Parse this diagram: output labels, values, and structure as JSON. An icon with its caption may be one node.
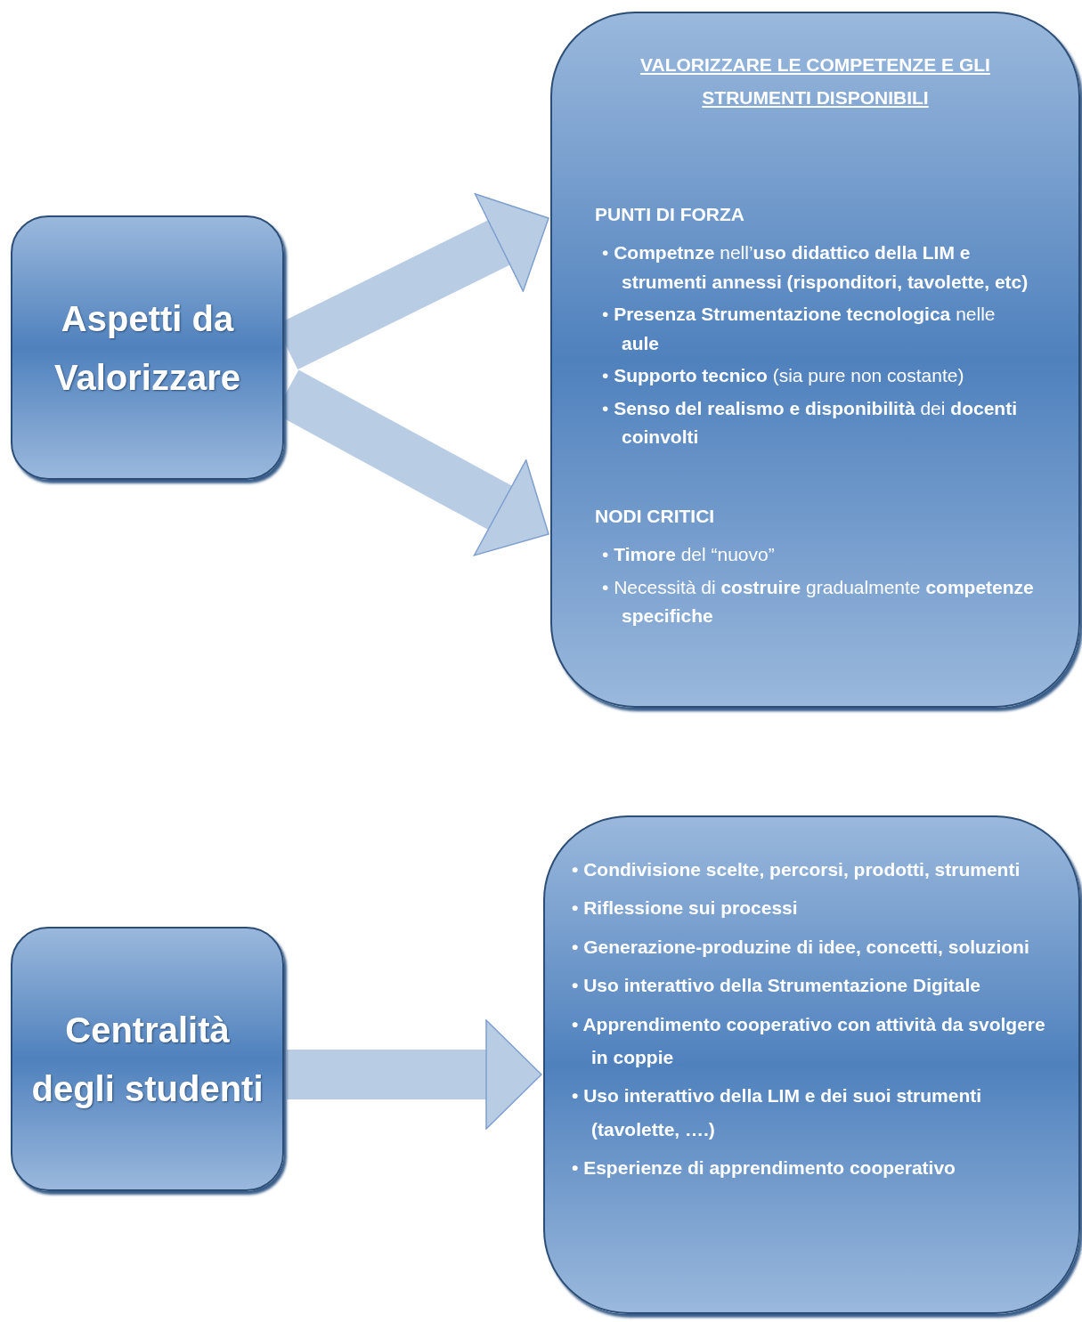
{
  "diagram": {
    "nodes": [
      {
        "text": [
          "Aspetti da Valorizzare"
        ]
      },
      {
        "text": [
          "VALORIZZARE LE COMPETENZE E GLI STRUMENTI DISPONIBILI",
          "PUNTI DI FORZA",
          "• **Competnze** nell’**uso didattico della LIM e strumenti annessi (risponditori, tavolette, etc)**",
          "• **Presenza Strumentazione tecnologica** nelle **aule**",
          "• **Supporto tecnico** (sia pure non costante)",
          "• **Senso del realismo e disponibilità** dei **docenti coinvolti**",
          "NODI CRITICI",
          "• **Timore** del “nuovo”",
          "• Necessità di **costruire** gradualmente **competenze specifiche**"
        ]
      },
      {
        "text": [
          "Centralità degli studenti"
        ]
      },
      {
        "text": [
          "• Condivisione scelte, percorsi, prodotti, strumenti",
          "• Riflessione sui processi",
          "• Generazione-produzine di idee, concetti, soluzioni",
          "• Uso interattivo della Strumentazione Digitale",
          "• Apprendimento cooperativo con attività da svolgere in coppie",
          "• Uso interattivo della LIM e dei suoi strumenti (tavolette, ….)",
          "• Esperienze di apprendimento cooperativo"
        ]
      }
    ],
    "edges": [
      {
        "from": 0,
        "to": 1,
        "arrow": "to"
      },
      {
        "from": 0,
        "to": 1,
        "arrow": "to"
      },
      {
        "from": 2,
        "to": 3,
        "arrow": "to"
      }
    ]
  }
}
